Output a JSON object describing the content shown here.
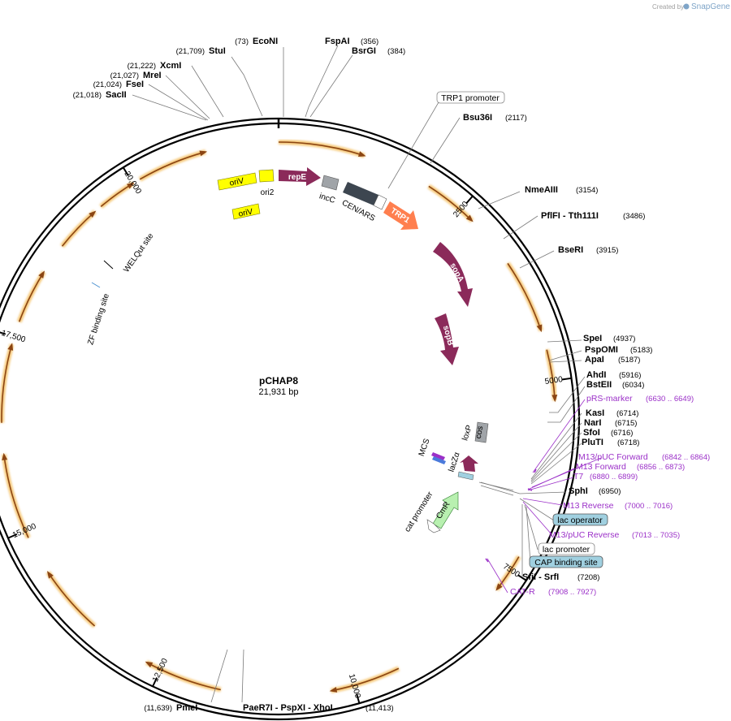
{
  "credit": {
    "prefix": "Created by",
    "brand": "SnapGene"
  },
  "plasmid": {
    "name": "pCHAP8",
    "size": "21,931 bp"
  },
  "scale_ticks": [
    "2500",
    "5000",
    "7500",
    "10,000",
    "12,500",
    "15,000",
    "17,500",
    "20,000"
  ],
  "sites": [
    {
      "name": "EcoNI",
      "pos": "(73)"
    },
    {
      "name": "StuI",
      "pos": "(21,709)"
    },
    {
      "name": "XcmI",
      "pos": "(21,222)"
    },
    {
      "name": "MreI",
      "pos": "(21,027)"
    },
    {
      "name": "FseI",
      "pos": "(21,024)"
    },
    {
      "name": "SacII",
      "pos": "(21,018)"
    },
    {
      "name": "FspAI",
      "pos": "(356)"
    },
    {
      "name": "BsrGI",
      "pos": "(384)"
    },
    {
      "name": "Bsu36I",
      "pos": "(2117)"
    },
    {
      "name": "NmeAIII",
      "pos": "(3154)"
    },
    {
      "name": "PflFI - Tth111I",
      "pos": "(3486)"
    },
    {
      "name": "BseRI",
      "pos": "(3915)"
    },
    {
      "name": "SpeI",
      "pos": "(4937)"
    },
    {
      "name": "PspOMI",
      "pos": "(5183)"
    },
    {
      "name": "ApaI",
      "pos": "(5187)"
    },
    {
      "name": "AhdI",
      "pos": "(5916)"
    },
    {
      "name": "BstEII",
      "pos": "(6034)"
    },
    {
      "name": "KasI",
      "pos": "(6714)"
    },
    {
      "name": "NarI",
      "pos": "(6715)"
    },
    {
      "name": "SfoI",
      "pos": "(6716)"
    },
    {
      "name": "PluTI",
      "pos": "(6718)"
    },
    {
      "name": "SphI",
      "pos": "(6950)"
    },
    {
      "name": "SfiI - SrfI",
      "pos": "(7208)"
    },
    {
      "name": "PmeI",
      "pos": "(11,639)"
    },
    {
      "name": "PaeR7I - PspXI - XhoI",
      "pos": "(11,413)"
    }
  ],
  "primers": [
    {
      "name": "pRS-marker",
      "pos": "(6630 .. 6649)"
    },
    {
      "name": "M13/pUC Forward",
      "pos": "(6842 .. 6864)"
    },
    {
      "name": "M13 Forward",
      "pos": "(6856 .. 6873)"
    },
    {
      "name": "T7",
      "pos": "(6880 .. 6899)"
    },
    {
      "name": "M13 Reverse",
      "pos": "(7000 .. 7016)"
    },
    {
      "name": "M13/pUC Reverse",
      "pos": "(7013 .. 7035)"
    },
    {
      "name": "CAT-R",
      "pos": "(7908 .. 7927)"
    }
  ],
  "boxed_features": [
    "TRP1 promoter",
    "lac operator",
    "lac promoter",
    "CAP binding site"
  ],
  "features": {
    "oriV_1": "oriV",
    "ori2": "ori2",
    "repE": "repE",
    "oriV_2": "oriV",
    "incC": "incC",
    "cen_ars": "CEN/ARS",
    "trp1": "TRP1",
    "sopA": "sopA",
    "sopB": "sopB",
    "welqut": "WELQut site",
    "zf": "ZF binding site",
    "mcs": "MCS",
    "lacza": "lacZα",
    "loxp": "loxP",
    "cos": "cos",
    "cmr": "CmR",
    "cat_promoter": "cat promoter"
  },
  "colors": {
    "backbone": "#000000",
    "orf_arrow": "#8b4513",
    "orf_glow": "#f5c878",
    "repE": "#8b2a5a",
    "oriV": "#ffff00",
    "trp1": "#ff7f4f",
    "cen": "#3d4650",
    "incC": "#a0a4a8",
    "cmr": "#b8f0b0",
    "primer": "#9b30c8",
    "boxed_blue": "#a0d0e0"
  }
}
